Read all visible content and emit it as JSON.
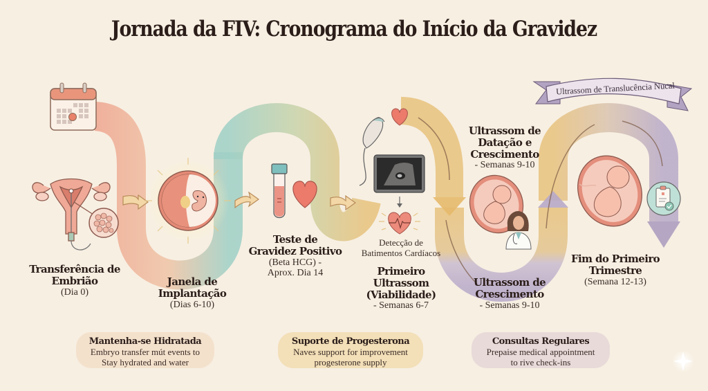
{
  "title": "Jornada da FIV: Cronograma do Início da Gravidez",
  "colors": {
    "background": "#f7efe2",
    "path_coral": "#eea58f",
    "path_teal": "#9fd0c6",
    "path_gold": "#e8c27d",
    "path_lavender": "#b7a9c9",
    "accent_heart": "#ec7b6c",
    "text": "#2b1d19"
  },
  "milestones": [
    {
      "id": "embryo-transfer",
      "title_line1": "Transferência de",
      "title_line2": "Embrião",
      "detail": "(Dia 0)",
      "icons": [
        "calendar-icon",
        "uterus-icon",
        "embryo-cells-icon"
      ]
    },
    {
      "id": "implantation-window",
      "title_line1": "Janela de",
      "title_line2": "Implantação",
      "detail": "(Dias 6-10)",
      "icons": [
        "implanting-embryo-icon"
      ]
    },
    {
      "id": "positive-test",
      "title_line1": "Teste de",
      "title_line2": "Gravidez Positivo",
      "detail_line1": "(Beta HCG) -",
      "detail_line2": "Aprox. Dia 14",
      "icons": [
        "test-tube-icon",
        "heart-icon"
      ]
    },
    {
      "id": "first-ultrasound",
      "heartbeat_caption_line1": "Detecção de",
      "heartbeat_caption_line2": "Batimentos Cardíacos",
      "title_line1": "Primeiro Ultrassom",
      "title_line2": "(Viabilidade)",
      "detail": "- Semanas 6-7",
      "icons": [
        "ultrasound-probe-icon",
        "ultrasound-monitor-icon",
        "heartbeat-icon",
        "heart-icon"
      ]
    },
    {
      "id": "dating-ultrasound",
      "title_line1": "Ultrassom de",
      "title_line2": "Datação e",
      "title_line3": "Crescimento",
      "detail": "- Semanas 9-10",
      "icons": [
        "fetus-icon",
        "doctor-icon"
      ]
    },
    {
      "id": "growth-ultrasound",
      "title_line1": "Ultrassom de",
      "title_line2": "Crescimento",
      "detail": "- Semanas 9-10"
    },
    {
      "id": "nuchal-translucency",
      "banner": "Ultrassom de Translucência Nucal",
      "icons": [
        "fetus-icon",
        "clipboard-check-icon"
      ]
    },
    {
      "id": "end-first-trimester",
      "title_line1": "Fim do Primeiro",
      "title_line2": "Trimestre",
      "detail": "(Semana 12-13)"
    }
  ],
  "tips": [
    {
      "title": "Mantenha-se Hidratada",
      "line1": "Embryo transfer mút events to",
      "line2": "Stay hydrated and water",
      "color": "#f3dcc4"
    },
    {
      "title": "Suporte de Progesterona",
      "line1": "Naves support for improvement",
      "line2": "progesterone supply",
      "color": "#f1d9a9"
    },
    {
      "title": "Consultas Regulares",
      "line1": "Prepaise medical appointment",
      "line2": "to rive check-ins",
      "color": "#e3d3d6"
    }
  ]
}
